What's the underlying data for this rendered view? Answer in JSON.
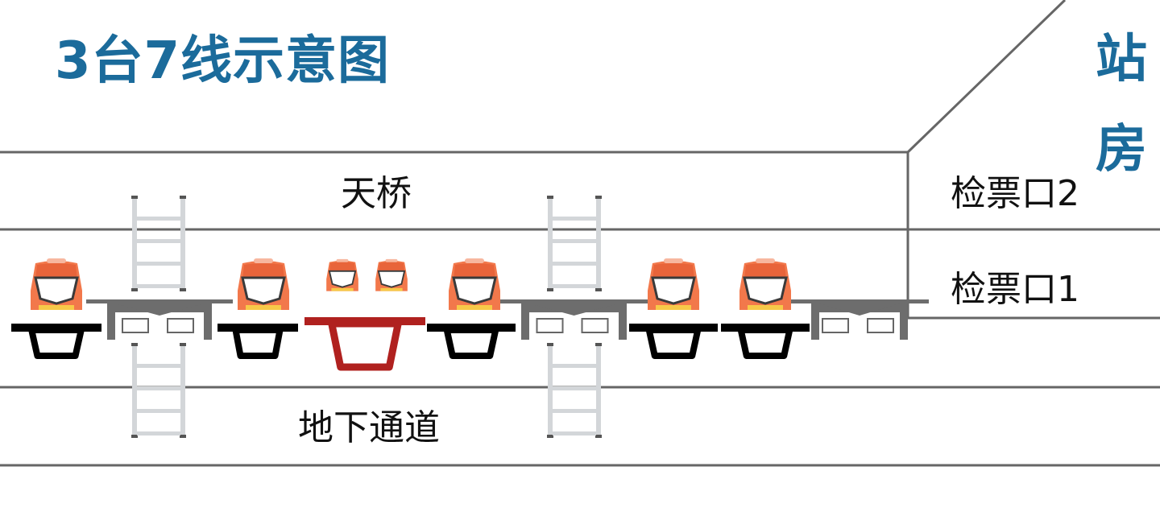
{
  "title": "3台7线示意图",
  "station": {
    "char1": "站",
    "char2": "房"
  },
  "labels": {
    "overpass": "天桥",
    "underpass": "地下通道",
    "gate2": "检票口2",
    "gate1": "检票口1"
  },
  "colors": {
    "title": "#1b6b9b",
    "lines": "#666666",
    "platform": "#6d6d6d",
    "stairs": "#d3d6d9",
    "track_normal": "#000000",
    "track_highlight": "#b0211f",
    "train_body": "#f2784b",
    "train_window": "#ffffff"
  },
  "tracks": [
    {
      "id": 1,
      "highlight": false
    },
    {
      "id": 2,
      "highlight": false
    },
    {
      "id": 3,
      "highlight": true
    },
    {
      "id": 4,
      "highlight": false
    },
    {
      "id": 5,
      "highlight": false
    },
    {
      "id": 6,
      "highlight": false
    },
    {
      "id": 7,
      "highlight": false
    }
  ]
}
